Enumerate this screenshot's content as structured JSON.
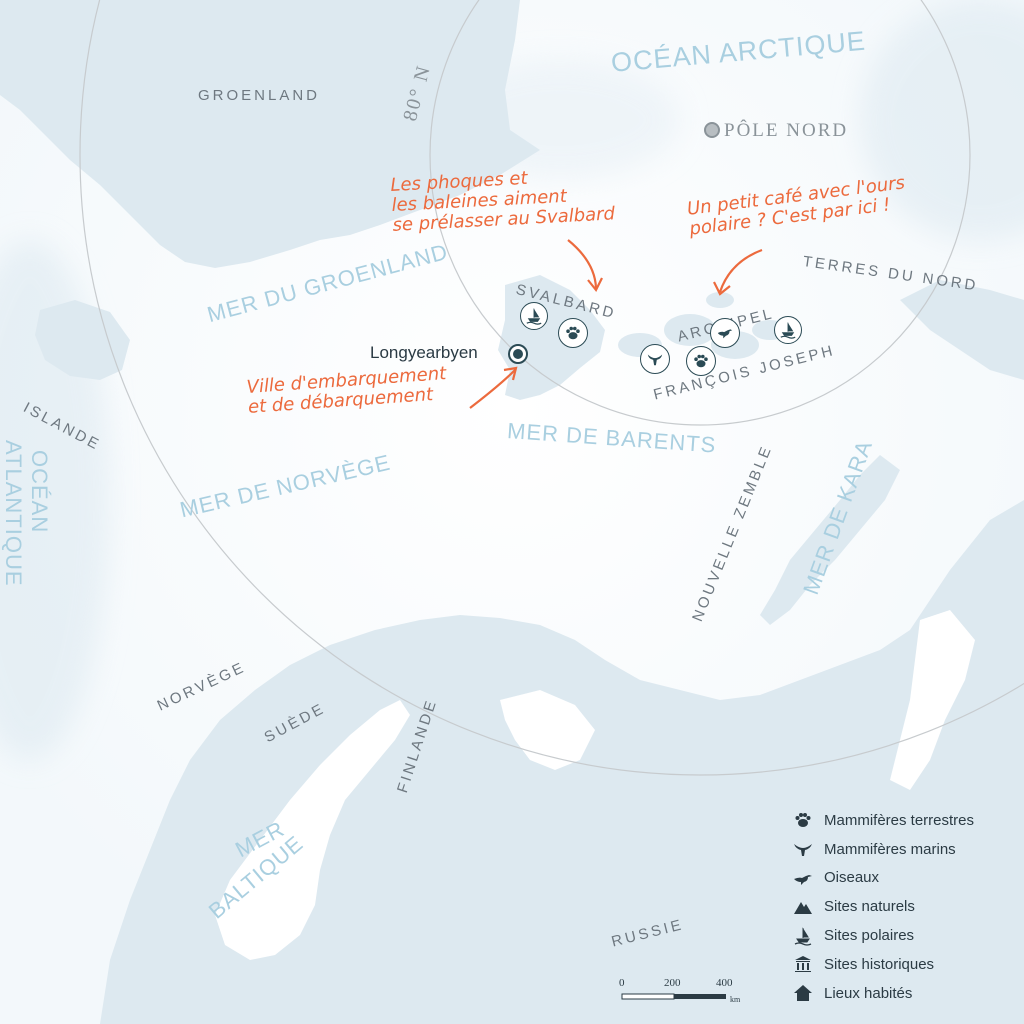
{
  "countries": {
    "groenland": "GROENLAND",
    "islande": "ISLANDE",
    "norvege": "NORVÈGE",
    "suede": "SUÈDE",
    "finlande": "FINLANDE",
    "russie": "RUSSIE",
    "nouvelle_zemble": "NOUVELLE ZEMBLE",
    "terres_du_nord": "TERRES DU NORD",
    "svalbard": "SVALBARD",
    "archipel": "ARCHIPEL",
    "francois_joseph": "FRANÇOIS JOSEPH"
  },
  "seas": {
    "ocean_arctique": "OCÉAN ARCTIQUE",
    "mer_du_groenland": "MER DU GROENLAND",
    "mer_de_norvege": "MER DE NORVÈGE",
    "mer_de_barents": "MER DE BARENTS",
    "mer_de_kara": "MER DE KARA",
    "ocean_atlantique_1": "OCÉAN",
    "ocean_atlantique_2": "ATLANTIQUE",
    "mer_baltique_1": "MER",
    "mer_baltique_2": "BALTIQUE"
  },
  "latitude": "80° N",
  "pole": "PÔLE NORD",
  "place": "Longyearbyen",
  "notes": {
    "phoques_1": "Les phoques et",
    "phoques_2": "les baleines aiment",
    "phoques_3": "se prélasser au Svalbard",
    "cafe_1": "Un petit café avec l'ours",
    "cafe_2": "polaire ? C'est par ici !",
    "ville_1": "Ville d'embarquement",
    "ville_2": "et de débarquement"
  },
  "legend": [
    {
      "icon": "paw-icon",
      "label": "Mammifères terrestres"
    },
    {
      "icon": "whale-tail-icon",
      "label": "Mammifères marins"
    },
    {
      "icon": "bird-icon",
      "label": "Oiseaux"
    },
    {
      "icon": "mountain-icon",
      "label": "Sites naturels"
    },
    {
      "icon": "polar-ship-icon",
      "label": "Sites polaires"
    },
    {
      "icon": "historic-temple-icon",
      "label": "Sites historiques"
    },
    {
      "icon": "house-icon",
      "label": "Lieux habités"
    }
  ],
  "scale": {
    "t0": "0",
    "t1": "200",
    "t2": "400",
    "unit": "km"
  },
  "colors": {
    "land": "#dde9f0",
    "ice": "#ffffff",
    "accent": "#ec6a3d",
    "ink": "#2b4b55"
  }
}
